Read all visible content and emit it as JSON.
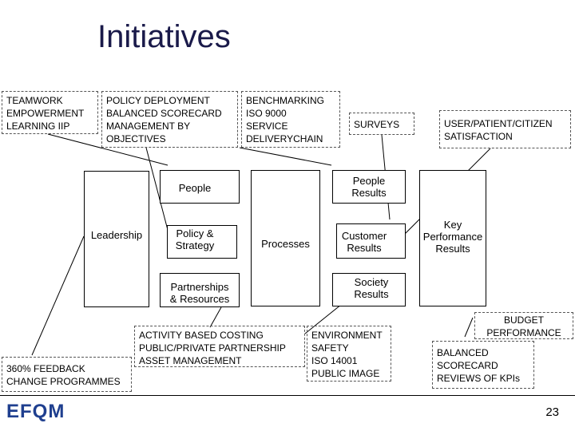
{
  "title": "Initiatives",
  "page_number": "23",
  "logo": "EFQM",
  "colors": {
    "logo_blue": "#1f3f8f",
    "logo_grey": "#8a8a8a",
    "title": "#1a1a4a"
  },
  "initiatives": {
    "tel": [
      "TEAMWORK",
      "EMPOWERMENT",
      "LEARNING IIP"
    ],
    "policy": [
      "POLICY DEPLOYMENT",
      "BALANCED SCORECARD",
      "MANAGEMENT BY",
      "OBJECTIVES"
    ],
    "bench": [
      "BENCHMARKING",
      "ISO 9000",
      "SERVICE",
      "DELIVERYCHAIN"
    ],
    "surveys": [
      "SURVEYS"
    ],
    "user": [
      "USER/PATIENT/CITIZEN",
      "SATISFACTION"
    ],
    "abc": [
      "ACTIVITY BASED COSTING",
      "PUBLIC/PRIVATE PARTNERSHIP",
      "ASSET MANAGEMENT"
    ],
    "env": [
      "ENVIRONMENT",
      "SAFETY",
      "ISO 14001",
      "PUBLIC IMAGE"
    ],
    "feedback": [
      "360% FEEDBACK",
      "CHANGE PROGRAMMES"
    ],
    "budget": [
      "BUDGET",
      "PERFORMANCE"
    ],
    "scorecard": [
      "BALANCED",
      "SCORECARD",
      "REVIEWS OF KPIs"
    ]
  },
  "model": {
    "leadership": "Leadership",
    "people": "People",
    "policy": [
      "Policy &",
      "Strategy"
    ],
    "partnerships": [
      "Partnerships",
      "& Resources"
    ],
    "processes": "Processes",
    "people_results": [
      "People",
      "Results"
    ],
    "customer_results": [
      "Customer",
      "Results"
    ],
    "society_results": [
      "Society",
      "Results"
    ],
    "key_results": [
      "Key",
      "Performance",
      "Results"
    ]
  }
}
